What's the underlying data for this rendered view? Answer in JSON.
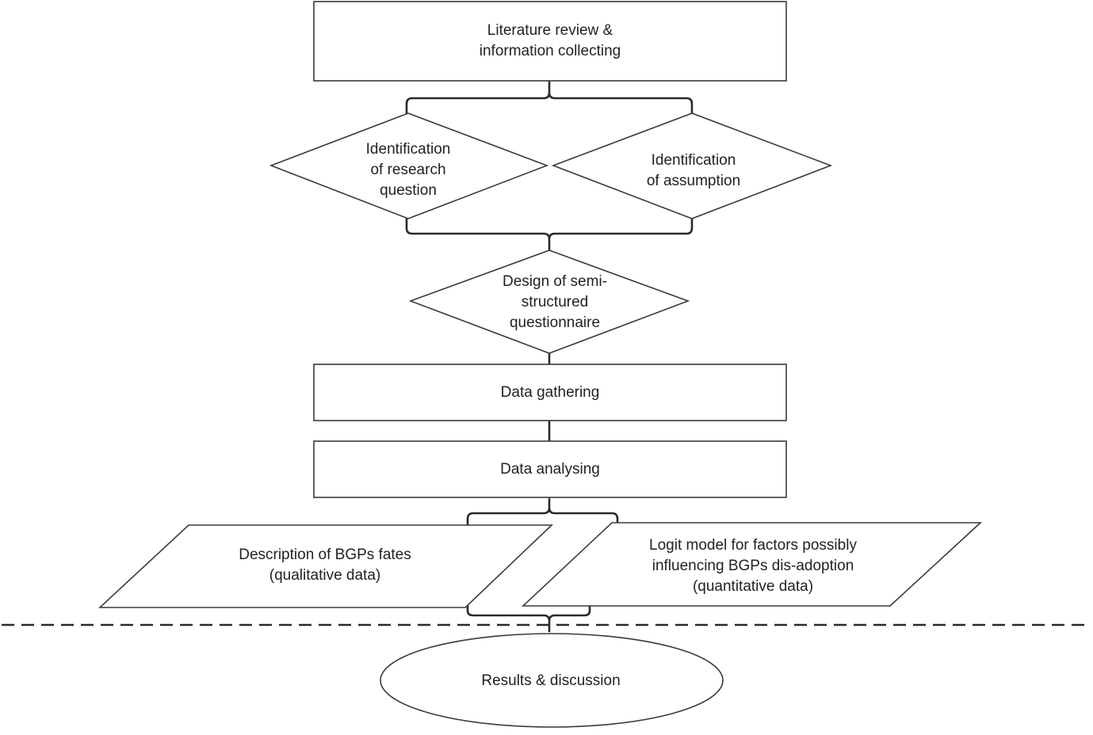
{
  "nodes": {
    "literature": {
      "label": "Literature review &\ninformation collecting"
    },
    "research_question": {
      "label": "Identification\nof research\nquestion"
    },
    "assumption": {
      "label": "Identification\nof assumption"
    },
    "questionnaire": {
      "label": "Design of semi-\nstructured\nquestionnaire"
    },
    "gathering": {
      "label": "Data gathering"
    },
    "analysing": {
      "label": "Data analysing"
    },
    "qualitative": {
      "label": "Description of BGPs fates\n(qualitative data)"
    },
    "quantitative": {
      "label": "Logit model for factors possibly\ninfluencing BGPs dis-adoption\n(quantitative data)"
    },
    "results": {
      "label": "Results & discussion"
    }
  },
  "colors": {
    "stroke": "#3a3a3a",
    "text": "#222222",
    "background": "#ffffff"
  }
}
